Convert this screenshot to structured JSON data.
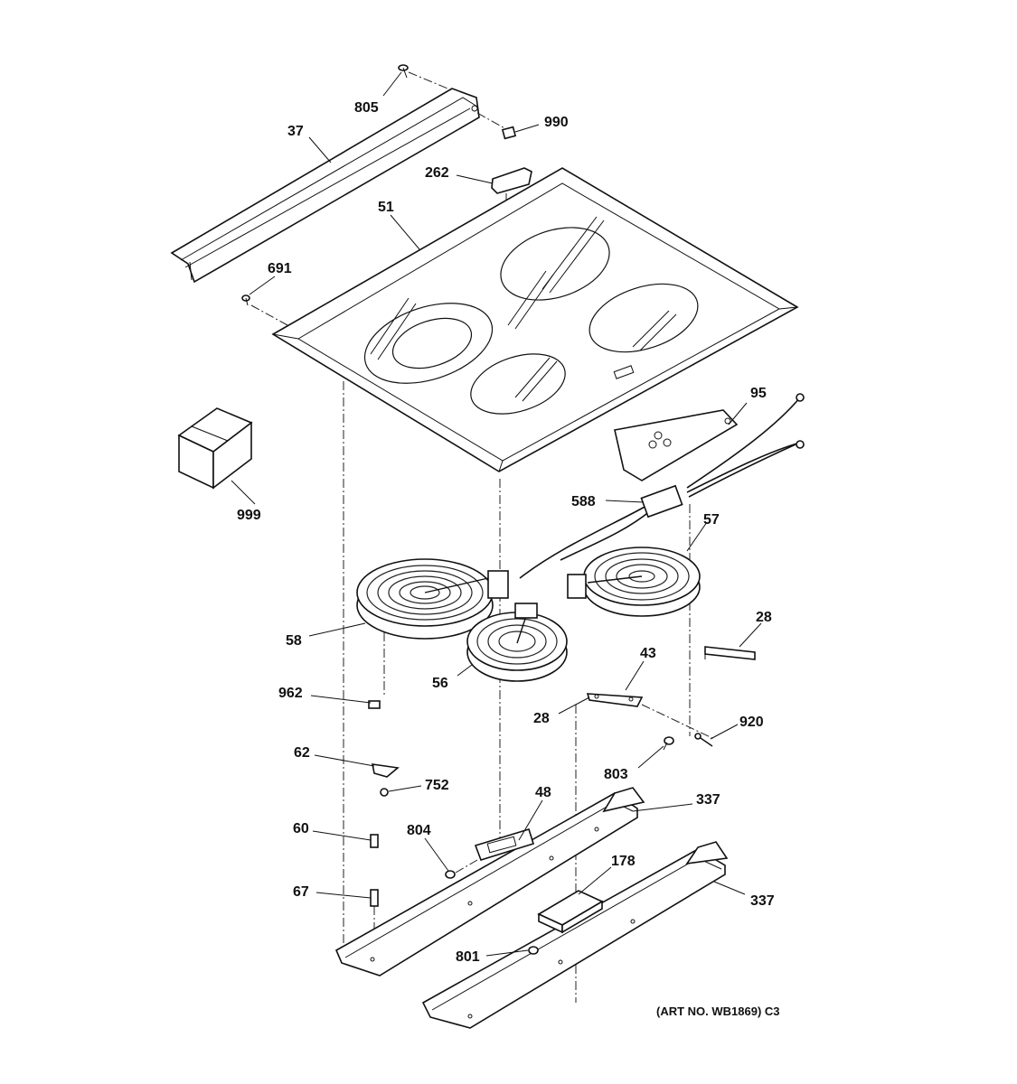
{
  "labels": {
    "805": "805",
    "990": "990",
    "37": "37",
    "262": "262",
    "51": "51",
    "691": "691",
    "95": "95",
    "999": "999",
    "588": "588",
    "57": "57",
    "58": "58",
    "56": "56",
    "28a": "28",
    "43": "43",
    "28b": "28",
    "920": "920",
    "962": "962",
    "62": "62",
    "752": "752",
    "803": "803",
    "337a": "337",
    "48": "48",
    "60": "60",
    "804": "804",
    "178": "178",
    "337b": "337",
    "67": "67",
    "801": "801"
  },
  "art_number": "(ART NO. WB1869) C3",
  "colors": {
    "ink": "#111111",
    "background": "#ffffff"
  }
}
